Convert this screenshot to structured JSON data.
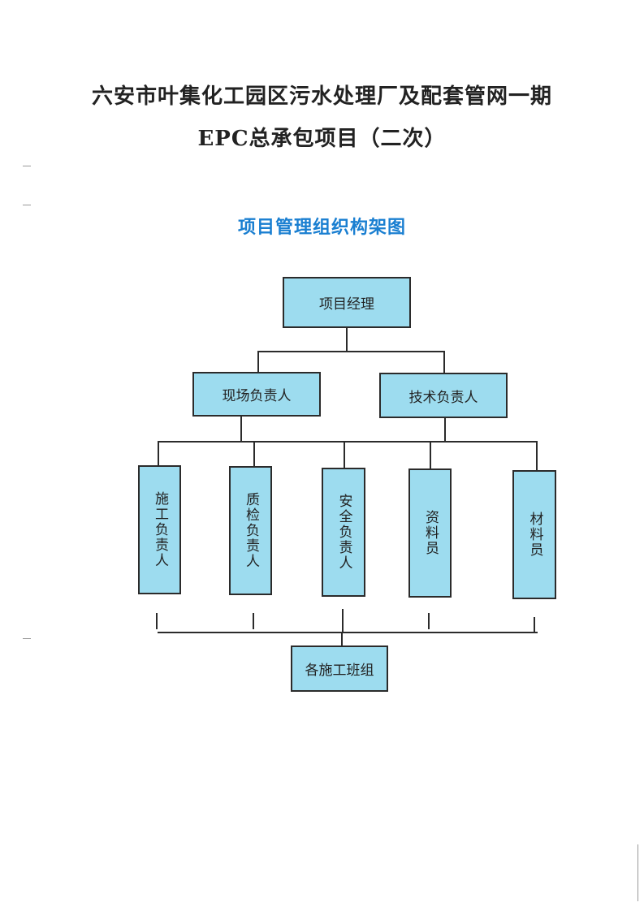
{
  "document": {
    "title_line1": "六安市叶集化工园区污水处理厂及配套管网一期",
    "title_line2": "EPC总承包项目（二次）",
    "chart_title": "项目管理组织构架图"
  },
  "org_chart": {
    "top": "项目经理",
    "level2": [
      "现场负责人",
      "技术负责人"
    ],
    "level3": [
      "施工负责人",
      "质检负责人",
      "安全负责人",
      "资料员",
      "材料员"
    ],
    "bottom": "各施工班组"
  },
  "colors": {
    "box_fill": "#9ddcef",
    "box_border": "#2b2b2b",
    "chart_title": "#1a7fd1"
  }
}
